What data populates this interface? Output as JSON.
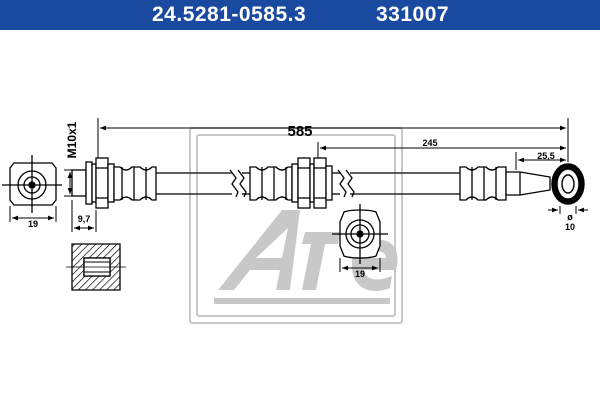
{
  "header": {
    "part_number": "24.5281-0585.3",
    "ref_number": "331007",
    "background_color": "#1a4aa0",
    "text_color": "#ffffff"
  },
  "dimensions": {
    "total_length": "585",
    "partial_length": "245",
    "end_length": "25,5",
    "thread": "M10x1",
    "fitting_width_left": "19",
    "fitting_offset": "9,7",
    "fitting_width_center": "19",
    "eye_diameter_symbol": "ø",
    "eye_diameter": "10"
  },
  "watermark": {
    "logo": "ate-logo",
    "color": "#c8c8c8"
  },
  "icons": [
    "hex-nut-front-view-icon",
    "hex-fitting-front-view-icon",
    "fitting-section-icon",
    "banjo-eye-icon"
  ]
}
